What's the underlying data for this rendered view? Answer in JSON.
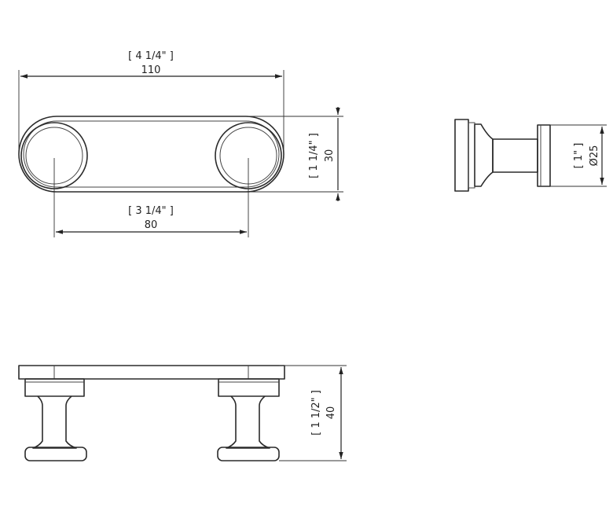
{
  "dimensions": {
    "overall_length": {
      "imperial": "[ 4 1/4\" ]",
      "metric": "110"
    },
    "center_spacing": {
      "imperial": "[ 3 1/4\" ]",
      "metric": "80"
    },
    "base_height": {
      "imperial": "[ 1 1/4\" ]",
      "metric": "30"
    },
    "knob_diameter": {
      "imperial": "[ 1\" ]",
      "metric": "Ø25"
    },
    "projection": {
      "imperial": "[ 1 1/2\" ]",
      "metric": "40"
    }
  }
}
